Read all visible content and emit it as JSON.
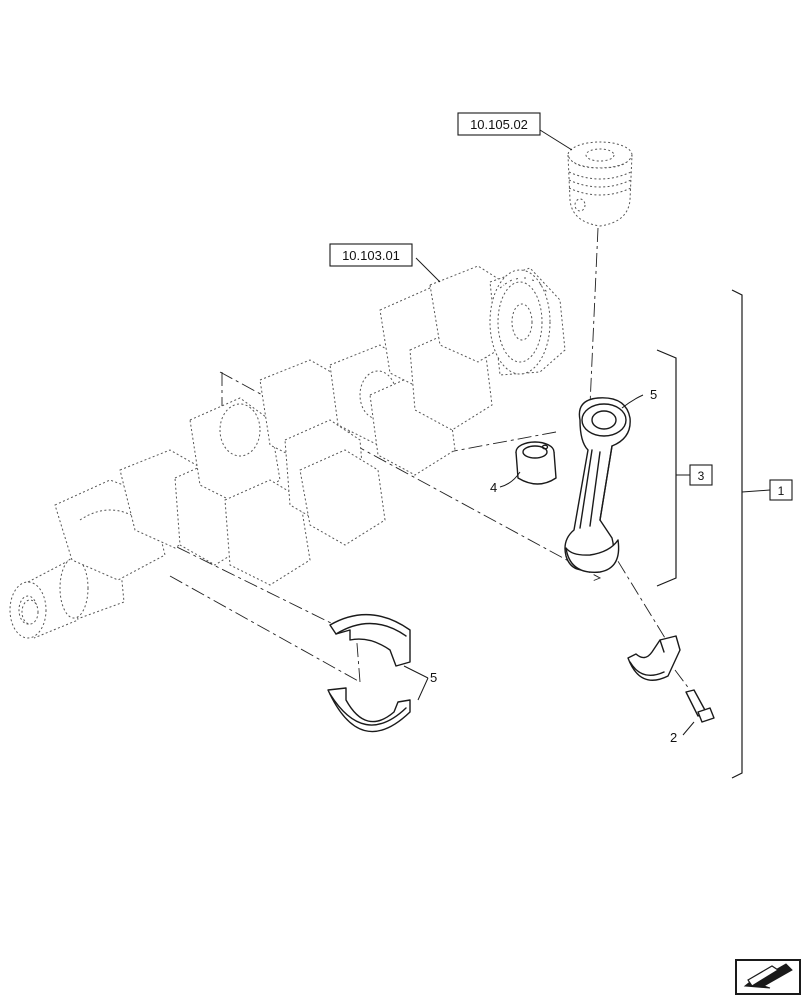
{
  "references": {
    "piston": "10.105.02",
    "crankshaft": "10.103.01"
  },
  "callouts": {
    "item_1": "1",
    "item_2": "2",
    "item_3": "3",
    "item_4": "4",
    "item_5_rod": "5",
    "item_5_bearing": "5"
  },
  "icons": {
    "navigation": "next-page-arrow-icon"
  },
  "colors": {
    "line": "#1a1a1a",
    "background": "#ffffff"
  }
}
